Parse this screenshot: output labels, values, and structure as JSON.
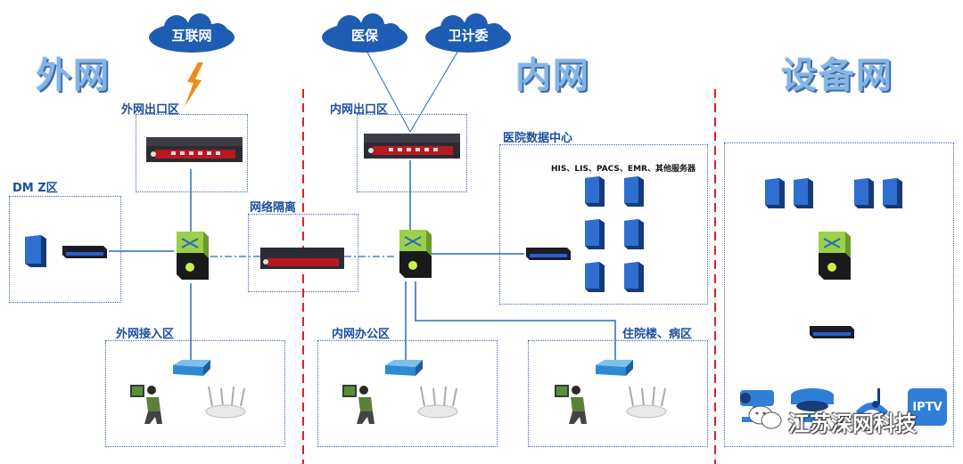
{
  "sections": {
    "external": "外网",
    "internal": "内网",
    "device": "设备网"
  },
  "clouds": {
    "internet": "互联网",
    "medical_insurance": "医保",
    "health_commission": "卫计委"
  },
  "zones": {
    "external_exit": "外网出口区",
    "dmz": "DM Z区",
    "network_isolation": "网络隔离",
    "external_access": "外网接入区",
    "internal_exit": "内网出口区",
    "data_center": "医院数据中心",
    "internal_office": "内网办公区",
    "inpatient": "住院楼、病区"
  },
  "servers_label": "HIS、LIS、PACS、EMR、其他服务器",
  "device_icons": {
    "iptv": "IPTV"
  },
  "watermark": "江苏深网科技",
  "colors": {
    "line": "#2a6bb8",
    "divider": "#e0202a",
    "title": "#86b4e4",
    "zone_label": "#1c4f9c"
  }
}
